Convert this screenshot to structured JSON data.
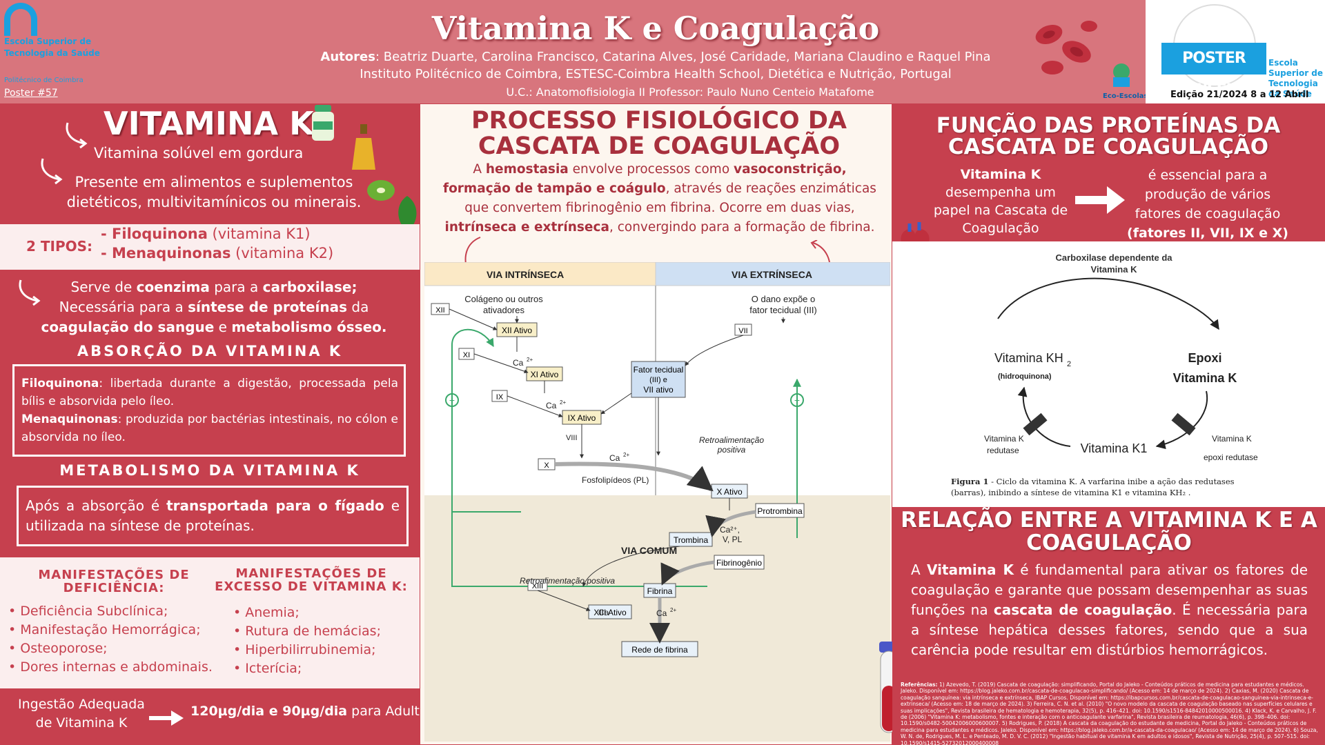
{
  "header": {
    "school": "Escola Superior de Tecnologia da Saúde",
    "school_sub": "Politécnico de Coimbra",
    "poster_number": "Poster #57",
    "title": "Vitamina K e Coagulação",
    "authors_label": "Autores",
    "authors": ": Beatriz Duarte, Carolina Francisco, Catarina Alves, José Caridade, Mariana Claudino e Raquel Pina",
    "institute": "Instituto Politécnico de Coimbra, ESTESC-Coimbra Health School, Dietética e Nutrição, Portugal",
    "uc": "U.C.: Anatomofisiologia II   Professor: Paulo Nuno Centeio Matafome",
    "eco": "Eco-Escolas",
    "poster_week": "POSTER WEEK",
    "pw_school": "Escola Superior de Tecnologia da Saúde",
    "edition": "Edição 21/2024 8 a 12 Abril"
  },
  "vitamin_k": {
    "title": "VITAMINA K",
    "line1": "Vitamina solúvel em gordura",
    "line2": "Presente em alimentos e suplementos dietéticos, multivitamínicos ou minerais.",
    "tipos_label": "2 TIPOS:",
    "tipo1_bold": "- Filoquinona",
    "tipo1_rest": " (vitamina K1)",
    "tipo2_bold": "- Menaquinonas",
    "tipo2_rest": " (vitamina K2)",
    "serve_a": "Serve de ",
    "serve_b": "coenzima",
    "serve_c": " para a ",
    "serve_d": "carboxilase;",
    "serve_e": "Necessária para a ",
    "serve_f": "síntese de proteínas",
    "serve_g": " da ",
    "serve_h": "coagulação do sangue",
    "serve_i": " e ",
    "serve_j": "metabolismo ósseo.",
    "absorption_title": "ABSORÇÃO DA VITAMINA K",
    "abs_filo_bold": "Filoquinona",
    "abs_filo_text": ": libertada durante a digestão, processada pela bílis e absorvida pelo íleo.",
    "abs_mena_bold": "Menaquinonas",
    "abs_mena_text": ": produzida por bactérias intestinais, no cólon e absorvida no íleo.",
    "metabolism_title": "METABOLISMO DA VITAMINA K",
    "met_a": "Após a absorção é ",
    "met_b": "transportada para o fígado",
    "met_c": " e utilizada na síntese de proteínas.",
    "deficiency_title": "MANIFESTAÇÕES DE DEFICIÊNCIA:",
    "deficiency": [
      "Deficiência Subclínica;",
      "Manifestação Hemorrágica;",
      "Osteoporose;",
      "Dores internas e abdominais."
    ],
    "excess_title": "MANIFESTAÇÕES DE EXCESSO DE VITAMINA K:",
    "excess": [
      "Anemia;",
      "Rutura de hemácias;",
      "Hiperbilirrubinemia;",
      "Icterícia;"
    ],
    "intake_label": "Ingestão Adequada de Vitamina K",
    "intake_value": "120µg/dia e 90µg/dia",
    "intake_suffix": " para Adultos"
  },
  "process": {
    "title": "PROCESSO FISIOLÓGICO DA CASCATA DE COAGULAÇÃO",
    "t1": "A ",
    "t2": "hemostasia",
    "t3": " envolve processos como ",
    "t4": "vasoconstrição, formação de tampão e coágulo",
    "t5": ", através de reações enzimáticas que convertem fibrinogênio em fibrina. Ocorre em duas vias, ",
    "t6": "intrínseca e extrínseca",
    "t7": ", convergindo para a formação de fibrina."
  },
  "diagram": {
    "via_intrinseca": "VIA INTRÍNSECA",
    "via_extrinseca": "VIA EXTRÍNSECA",
    "via_comum": "VIA COMUM",
    "colageno": [
      "Colágeno ou outros",
      "ativadores"
    ],
    "dano": [
      "O dano expõe o",
      "fator tecidual (III)"
    ],
    "xii": "XII",
    "xii_ativo": "XII Ativo",
    "xi": "XI",
    "xi_ativo": "XI Ativo",
    "ix": "IX",
    "ix_ativo": "IX Ativo",
    "viii": "VIII",
    "vii": "VII",
    "fator_tecidual": [
      "Fator tecidual",
      "(III) e",
      "VII ativo"
    ],
    "ca": "Ca",
    "x": "X",
    "x_ativo": "X Ativo",
    "fosfolipideos": "Fosfolipídeos (PL)",
    "retro1": [
      "Retroalimentação",
      "positiva"
    ],
    "retro2": "Retroalimentação positiva",
    "protrombina": "Protrombina",
    "ca_v_pl": [
      "Ca²⁺,",
      "V, PL"
    ],
    "trombina": "Trombina",
    "fibrinogenio": "Fibrinogênio",
    "fibrina": "Fibrina",
    "xiii": "XIII",
    "xiii_ativo": "XIII Ativo",
    "rede": "Rede de fibrina"
  },
  "function": {
    "title": "FUNÇÃO DAS PROTEÍNAS DA CASCATA DE COAGULAÇÃO",
    "left_bold": "Vitamina K",
    "left_rest": "desempenha um papel na Cascata de Coagulação",
    "right_text": "é essencial para a produção de vários fatores de coagulação",
    "right_bold": "(fatores II, VII, IX e X)"
  },
  "cycle": {
    "top": [
      "Carboxilase dependente da",
      "Vitamina K"
    ],
    "kh2": "Vitamina KH",
    "kh2_sub": "(hidroquinona)",
    "epoxi": [
      "Epoxi",
      "Vitamina K"
    ],
    "k1": "Vitamina K1",
    "redutase_left": [
      "Vitamina K",
      "redutase"
    ],
    "redutase_right": [
      "Vitamina K",
      "epoxi redutase"
    ],
    "caption_bold": "Figura 1",
    "caption": " - Ciclo da vitamina K. A varfarina inibe a ação das redutases (barras), inibindo a síntese de vitamina K1 e vitamina KH₂ ."
  },
  "relation": {
    "title": "RELAÇÃO ENTRE A VITAMINA K E A COAGULAÇÃO",
    "r1": "A ",
    "r2": "Vitamina K",
    "r3": " é fundamental para ativar os fatores de coagulação e garante que possam desempenhar as suas funções na ",
    "r4": "cascata de coagulação",
    "r5": ". É necessária para a síntese hepática desses fatores, sendo que a sua carência pode resultar em distúrbios hemorrágicos."
  },
  "references": {
    "label": "Referências:",
    "text": " 1) Azevedo, T. (2019) Cascata de coagulação: simplificando, Portal do Jaleko - Conteúdos práticos de medicina para estudantes e médicos. Jaleko. Disponível em: https://blog.jaleko.com.br/cascata-de-coagulacao-simplificando/ (Acesso em: 14 de março de 2024). 2) Caxias, M. (2020) Cascata de coagulação sanguínea: via intrínseca e extrínseca, IBAP Cursos. Disponível em: https://ibapcursos.com.br/cascata-de-coagulacao-sanguinea-via-intrinseca-e-extrinseca/ (Acesso em: 18 de março de 2024). 3) Ferreira, C. N. et al. (2010) \"O novo modelo da cascata de coagulação baseado nas superfícies celulares e suas implicações\", Revista brasileira de hematologia e hemoterapia, 32(5), p. 416–421. doi: 10.1590/s1516-84842010000500016. 4) Klack, K. e Carvalho, J. F. de (2006) \"Vitamina K: metabolismo, fontes e interação com o anticoagulante varfarina\", Revista brasileira de reumatologia, 46(6), p. 398–406. doi: 10.1590/s0482-50042006000600007. 5) Rodrigues, P. (2018) A cascata da coagulação do estudante de medicina, Portal do Jaleko - Conteúdos práticos de medicina para estudantes e médicos. Jaleko. Disponível em: https://blog.jaleko.com.br/a-cascata-da-coagulacao/ (Acesso em: 14 de março de 2024). 6) Souza, W. N. de, Rodrigues, M. L. e Penteado, M. D. V. C. (2012) \"Ingestão habitual de vitamina K em adultos e idosos\", Revista de Nutrição, 25(4), p. 507–515. doi: 10.1590/s1415-52732012000400008"
  },
  "colors": {
    "accent": "#c6404e",
    "header": "#d8757d",
    "title_red": "#a8303d",
    "brand_blue": "#1ba0df",
    "green": "#3aa86b"
  }
}
